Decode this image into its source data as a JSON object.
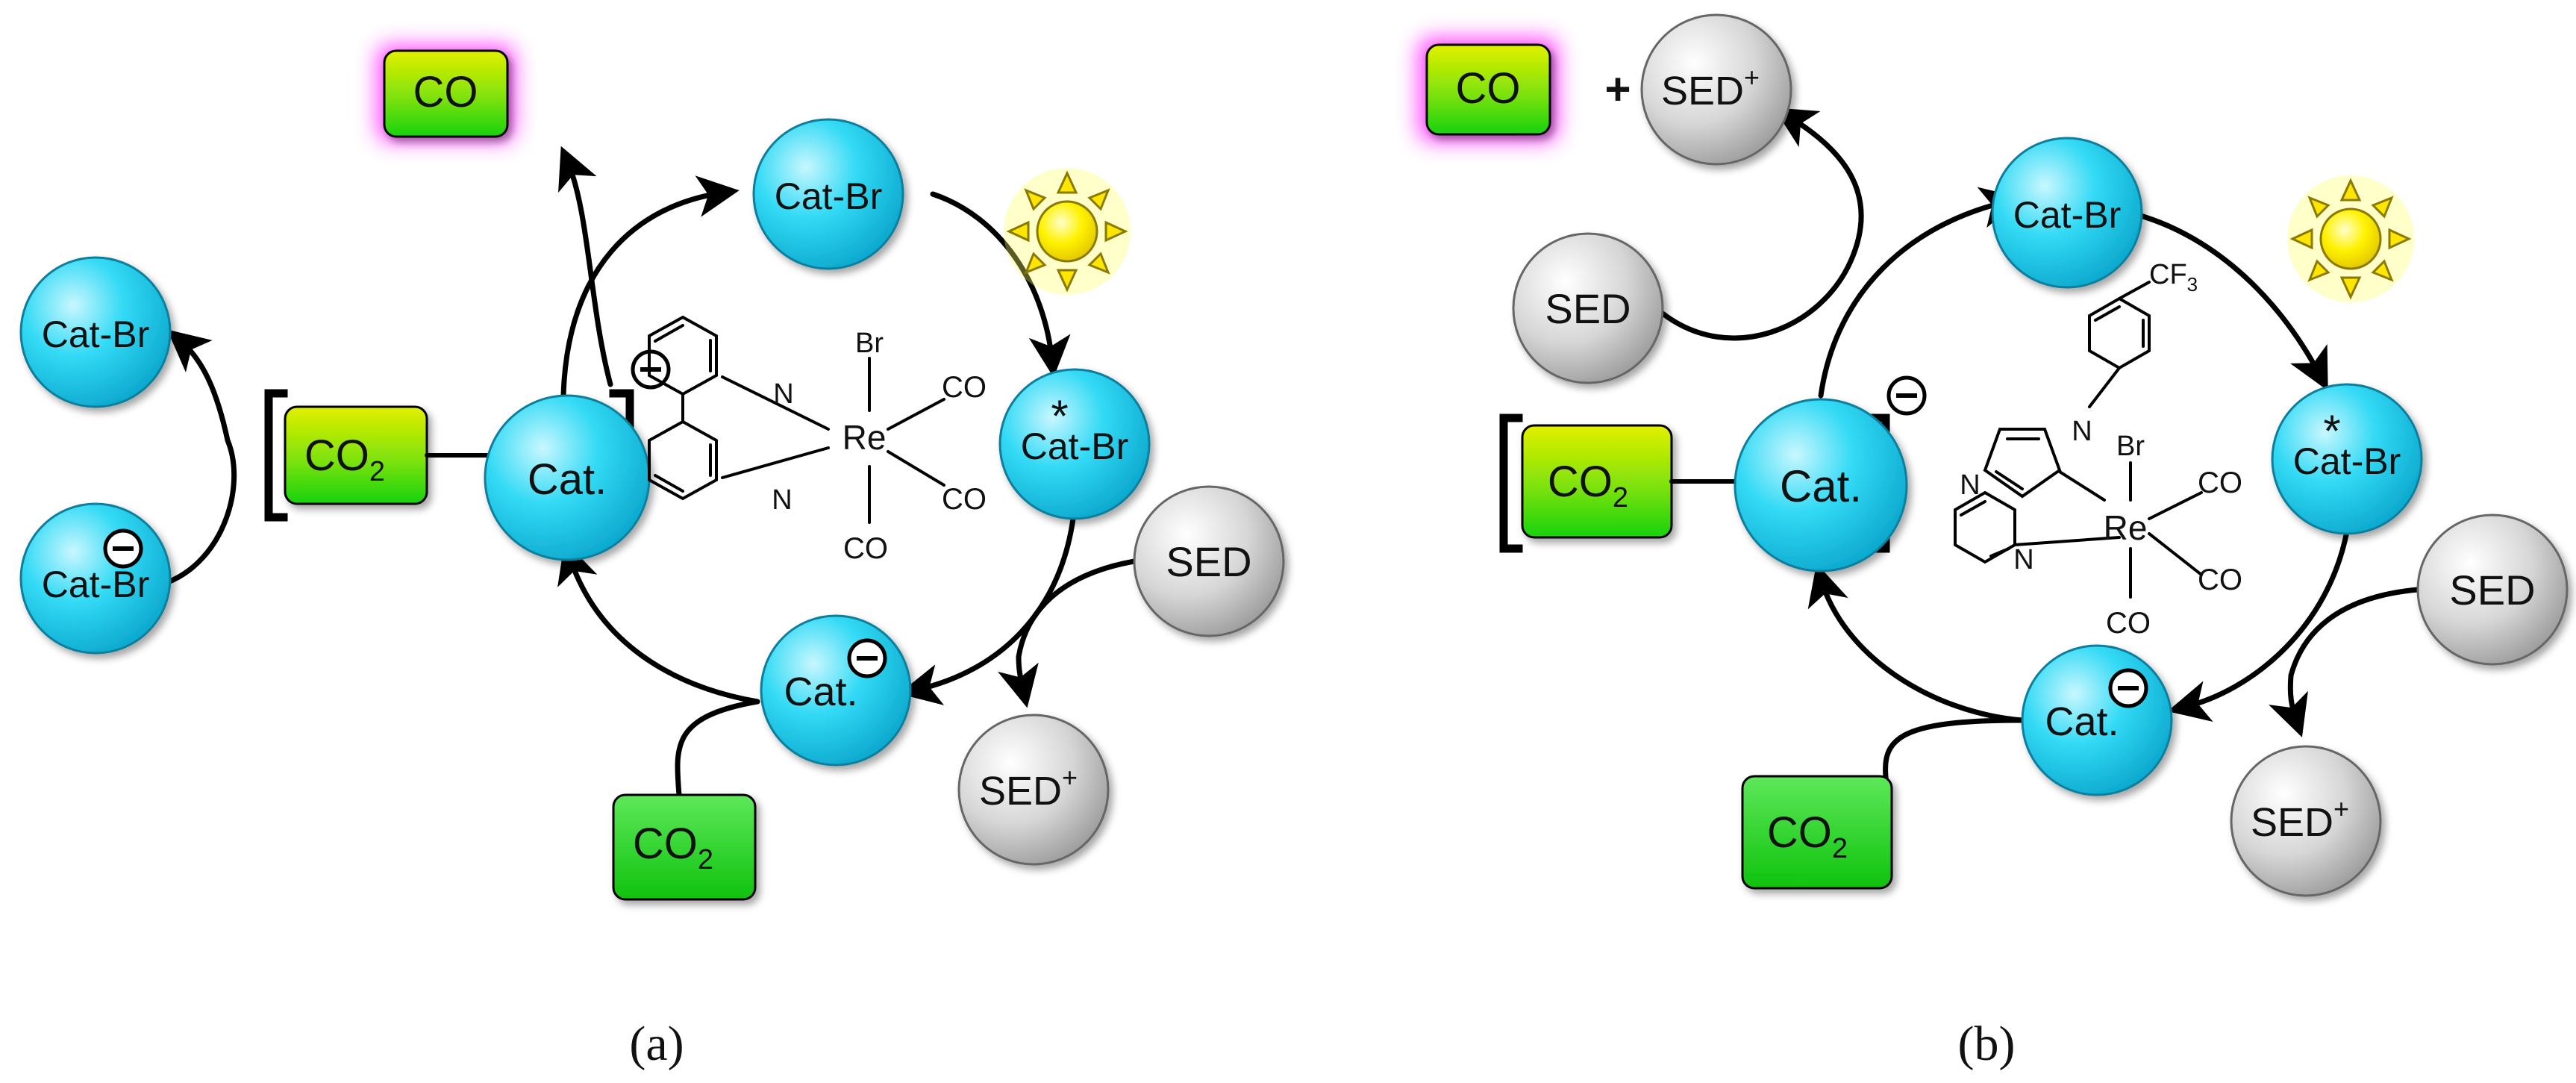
{
  "panels": [
    {
      "caption": "(a)",
      "nodes": {
        "co_product": "CO",
        "cat_br_top": "Cat-Br",
        "cat_br_excited": "Cat-Br",
        "cat_anion": "Cat.",
        "cat_center": "Cat.",
        "co2_bound": "CO",
        "co2_feed": "CO",
        "sed": "SED",
        "sed_plus": "SED",
        "cat_br_left": "Cat-Br",
        "cat_br_anion_left": "Cat-Br"
      },
      "complex_labels": [
        "Br",
        "Re",
        "CO",
        "CO",
        "CO",
        "N",
        "N"
      ]
    },
    {
      "caption": "(b)",
      "nodes": {
        "co_product": "CO",
        "plus": "+",
        "sed_plus_top": "SED",
        "sed_left": "SED",
        "cat_br_top": "Cat-Br",
        "cat_br_excited": "Cat-Br",
        "cat_anion": "Cat.",
        "cat_center": "Cat.",
        "co2_bound": "CO",
        "co2_feed": "CO",
        "sed": "SED",
        "sed_plus": "SED"
      },
      "complex_labels": [
        "CF",
        "3",
        "Br",
        "Re",
        "CO",
        "CO",
        "CO",
        "N",
        "N",
        "N"
      ]
    }
  ],
  "symbols": {
    "subscript_two": "2",
    "superscript_plus": "+",
    "star": "*",
    "minus": "−"
  },
  "colors": {
    "catalyst": "#22d3f0",
    "sed": "#d2d2d2",
    "box_top": "#d9ee00",
    "box_bottom": "#19d60f",
    "co_glow": "#ff4dff",
    "sun": "#ffee00"
  },
  "icons": [
    "sun-icon",
    "minus-badge-icon"
  ]
}
